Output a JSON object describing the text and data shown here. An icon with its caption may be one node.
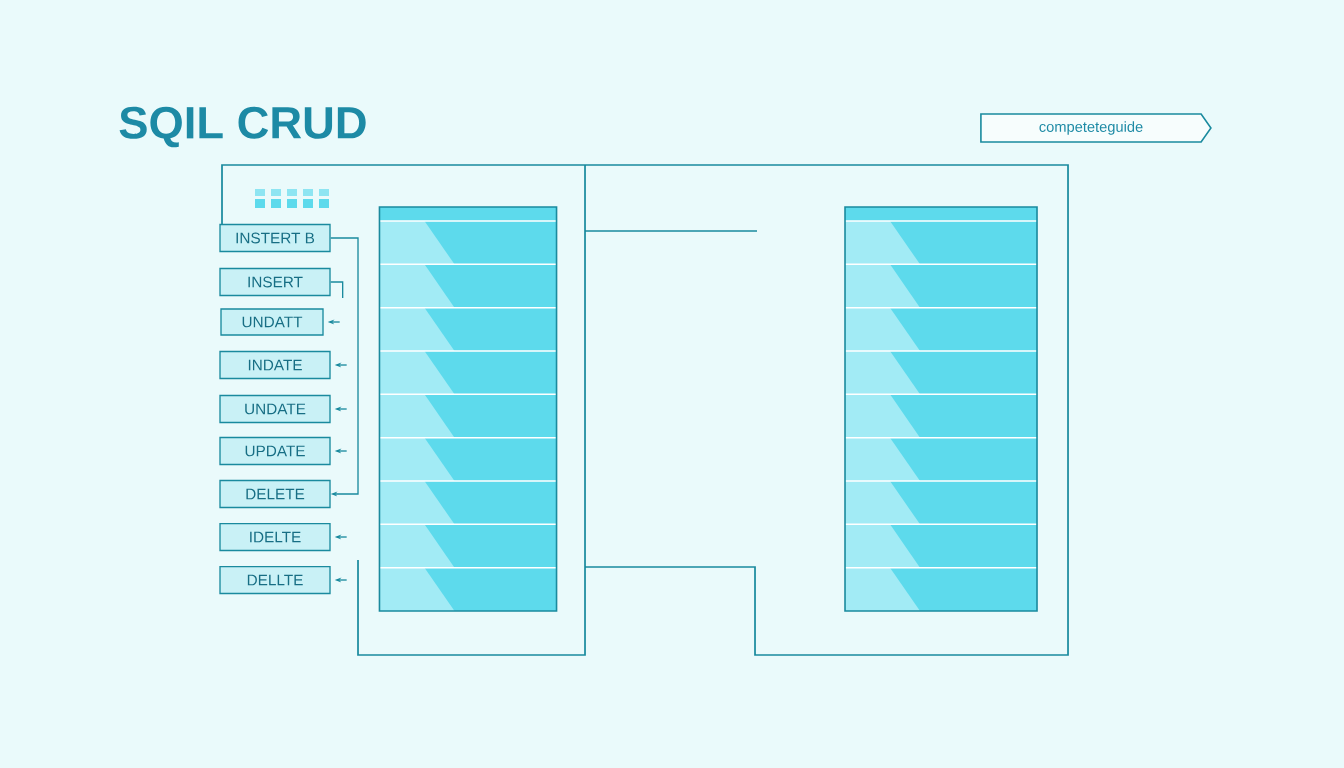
{
  "diagram": {
    "title": "SQIL CRUD",
    "nodes": [
      {
        "text": [
          "competeteguide"
        ]
      },
      {
        "text": [
          "INSTERT B"
        ]
      },
      {
        "text": [
          "INSERT"
        ]
      },
      {
        "text": [
          "UNDATT"
        ]
      },
      {
        "text": [
          "INDATE"
        ]
      },
      {
        "text": [
          "UNDATE"
        ]
      },
      {
        "text": [
          "UPDATE"
        ]
      },
      {
        "text": [
          "DELETE"
        ]
      },
      {
        "text": [
          "IDELTE"
        ]
      },
      {
        "text": [
          "DELLTE"
        ]
      },
      {
        "text": [],
        "shape": "box"
      },
      {
        "text": [],
        "shape": "box"
      }
    ],
    "edges": [
      {
        "from": 1,
        "to": 7,
        "arrow": "to"
      },
      {
        "from": 2,
        "to": null,
        "arrow": "none"
      },
      {
        "from": null,
        "to": 3,
        "arrow": "to"
      },
      {
        "from": null,
        "to": 4,
        "arrow": "to"
      },
      {
        "from": null,
        "to": 5,
        "arrow": "to"
      },
      {
        "from": null,
        "to": 6,
        "arrow": "to"
      },
      {
        "from": null,
        "to": 8,
        "arrow": "to"
      },
      {
        "from": null,
        "to": 9,
        "arrow": "to"
      }
    ]
  }
}
